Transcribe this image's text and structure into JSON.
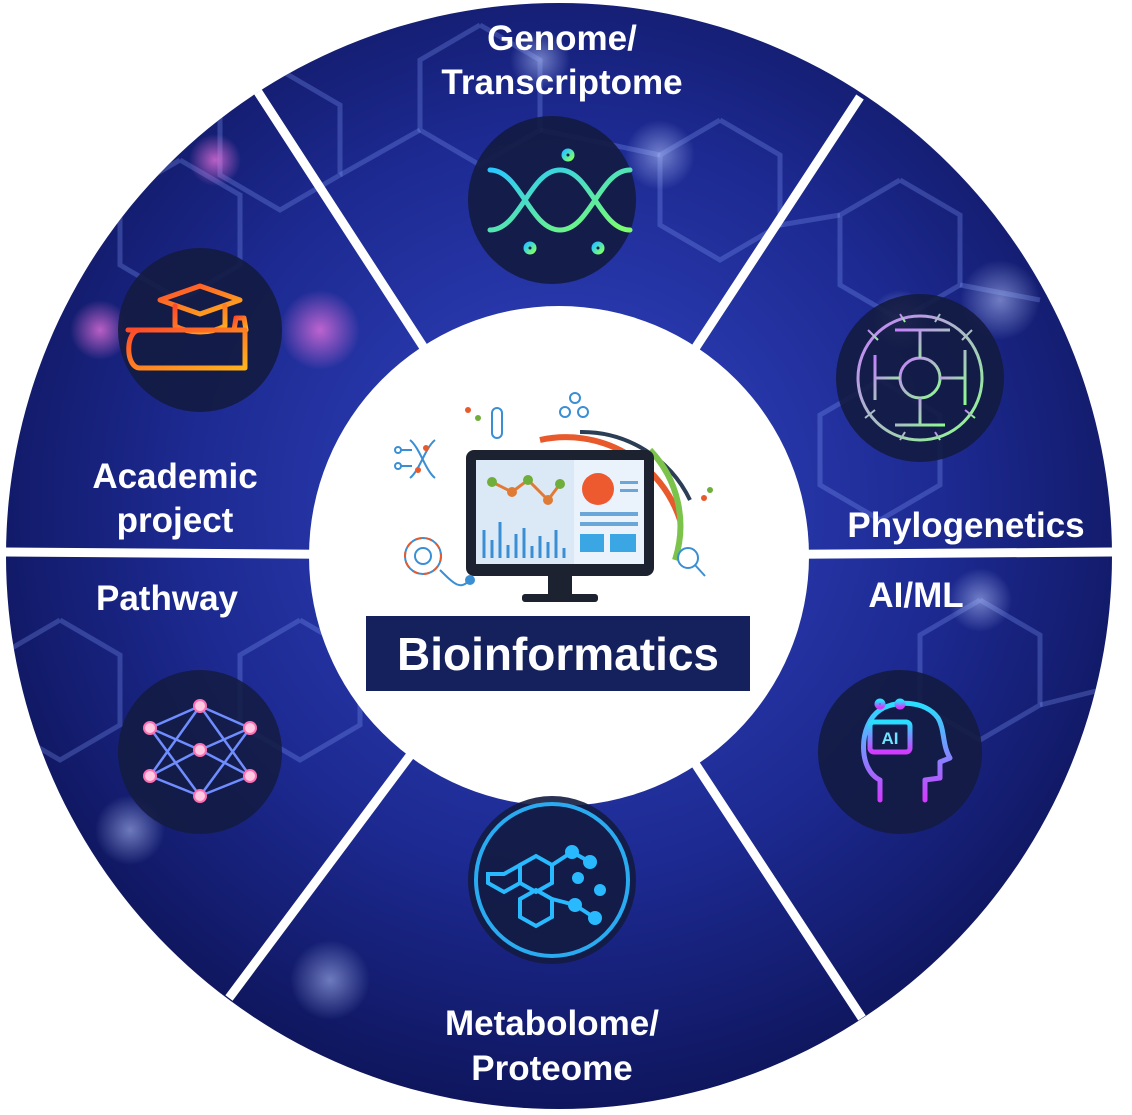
{
  "title": "Bioinformatics",
  "colors": {
    "background_dark": "#0a0f4a",
    "background_mid": "#1f2f9c",
    "divider": "#ffffff",
    "center_fill": "#ffffff",
    "title_box": "#14215c",
    "icon_bg": "#121a3e"
  },
  "segments": {
    "genome": {
      "line1": "Genome/",
      "line2": "Transcriptome",
      "icon": "dna-icon"
    },
    "phylogenetics": {
      "line1": "Phylogenetics",
      "icon": "phylogenetic-tree-icon"
    },
    "aiml": {
      "line1": "AI/ML",
      "icon": "ai-head-icon"
    },
    "metabolome": {
      "line1": "Metabolome/",
      "line2": "Proteome",
      "icon": "molecule-icon"
    },
    "pathway": {
      "line1": "Pathway",
      "icon": "network-icon"
    },
    "academic": {
      "line1": "Academic",
      "line2": "project",
      "icon": "graduation-cap-icon"
    }
  },
  "center_icon": "computer-monitor-icon"
}
